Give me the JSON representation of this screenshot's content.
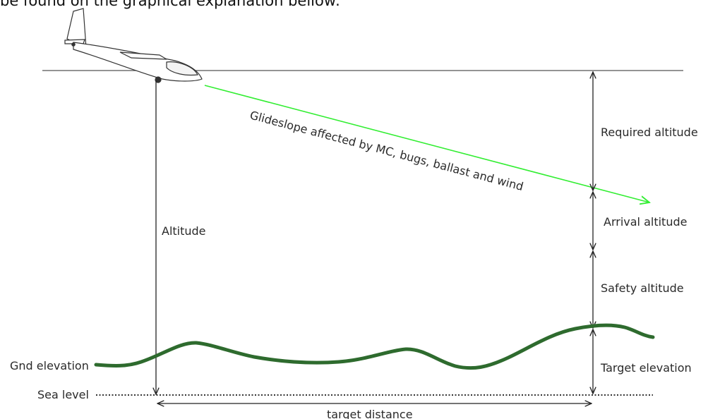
{
  "intro_text": "be found on the graphical explanation bellow:",
  "glideslope_label": "Glideslope affected by MC, bugs, ballast and wind",
  "labels": {
    "altitude": "Altitude",
    "required_altitude": "Required altitude",
    "arrival_altitude": "Arrival altitude",
    "safety_altitude": "Safety altitude",
    "target_elevation": "Target elevation",
    "gnd_elevation": "Gnd elevation",
    "sea_level": "Sea level",
    "target_distance": "target distance"
  },
  "colors": {
    "glideslope": "#33ee33",
    "terrain": "#2e6b2e",
    "lines": "#222222"
  },
  "icons": {
    "glider": "glider-icon"
  }
}
